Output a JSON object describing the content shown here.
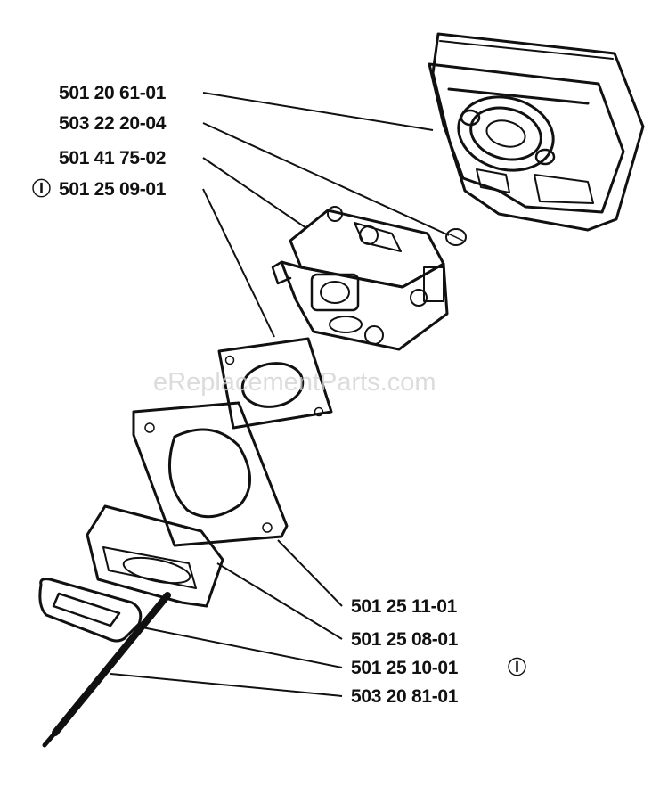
{
  "watermark": "eReplacementParts.com",
  "note_symbol": "Ⓘ",
  "labels": {
    "air_filter": "501 20 61-01",
    "screw": "503 22 20-04",
    "carburetor": "501 41 75-02",
    "carb_gasket": "501 25 09-01",
    "spacer_gasket": "501 25 11-01",
    "intake_adapter": "501 25 08-01",
    "flange_gasket": "501 25 10-01",
    "fuel_line": "503 20 81-01"
  },
  "notes": {
    "carb_gasket_marker": "Ⓘ",
    "flange_gasket_marker": "Ⓘ"
  }
}
